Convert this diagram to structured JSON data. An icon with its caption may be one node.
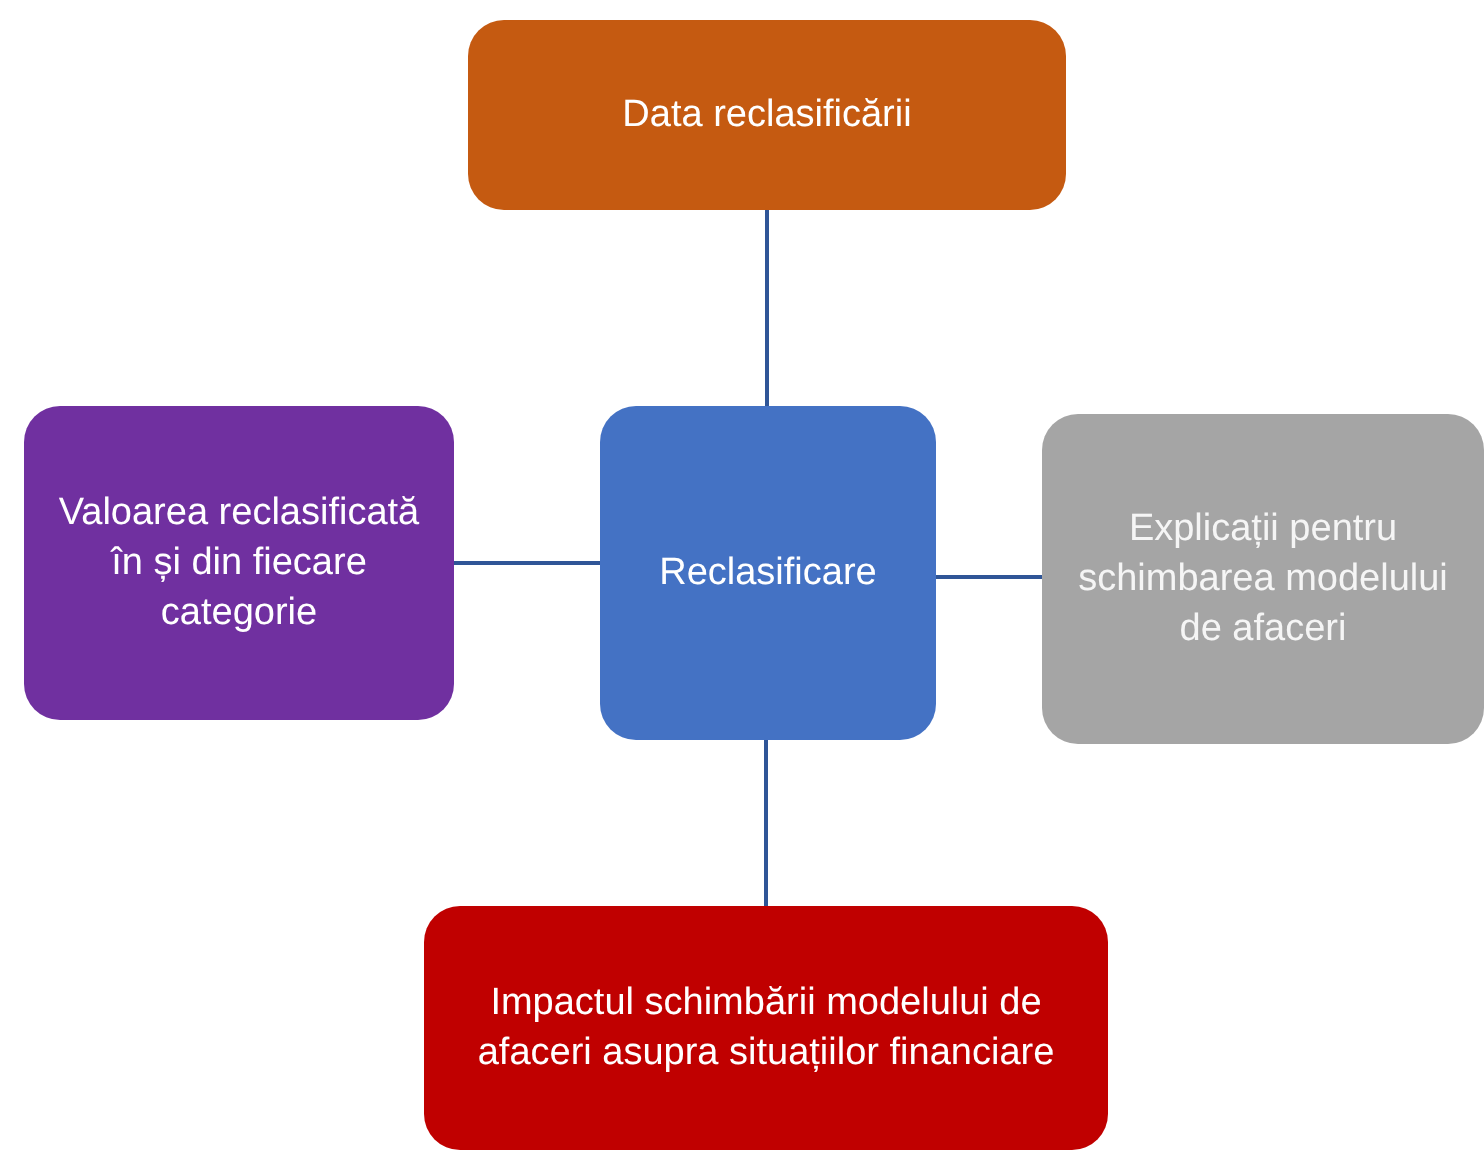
{
  "diagram": {
    "nodes": [
      {
        "text": [
          "Data reclasificării"
        ]
      },
      {
        "text": [
          "Valoarea reclasificată în și din fiecare categorie"
        ]
      },
      {
        "text": [
          "Reclasificare"
        ]
      },
      {
        "text": [
          "Explicații pentru schimbarea modelului de afaceri"
        ]
      },
      {
        "text": [
          "Impactul schimbării modelului de afaceri asupra situațiilor financiare"
        ]
      }
    ],
    "edges": [
      {
        "from": 2,
        "to": 0,
        "arrow": "none"
      },
      {
        "from": 2,
        "to": 1,
        "arrow": "none"
      },
      {
        "from": 2,
        "to": 3,
        "arrow": "none"
      },
      {
        "from": 2,
        "to": 4,
        "arrow": "none"
      }
    ]
  }
}
